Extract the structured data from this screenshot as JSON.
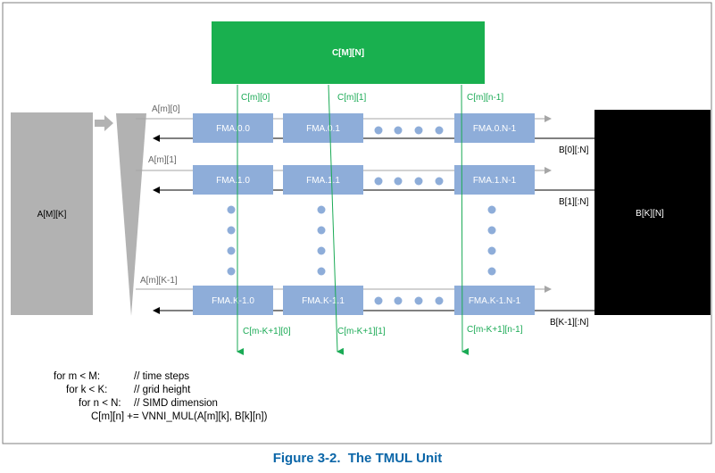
{
  "colors": {
    "green": "#1aaa55",
    "green_box": "#19b04f",
    "fma_blue": "#8eadd9",
    "dot_blue": "#8eadd9",
    "gray": "#b2b2b2",
    "black": "#000000",
    "caption": "#0b66a8"
  },
  "labels": {
    "c_matrix": "C[M][N]",
    "a_matrix": "A[M][K]",
    "b_matrix": "B[K][N]",
    "a_rows": [
      "A[m][0]",
      "A[m][1]",
      "A[m][K-1]"
    ],
    "b_rows": [
      "B[0][:N]",
      "B[1][:N]",
      "B[K-1][:N]"
    ],
    "c_top": [
      "C[m][0]",
      "C[m][1]",
      "C[m][n-1]"
    ],
    "c_bottom": [
      "C[m-K+1][0]",
      "C[m-K+1][1]",
      "C[m-K+1][n-1]"
    ],
    "fma": [
      [
        "FMA.0.0",
        "FMA.0.1",
        "FMA.0.N-1"
      ],
      [
        "FMA.1.0",
        "FMA.1.1",
        "FMA.1.N-1"
      ],
      [
        "FMA.K-1.0",
        "FMA.K-1.1",
        "FMA.K-1.N-1"
      ]
    ]
  },
  "code": {
    "line1_stmt": "for m < M:",
    "line1_comment": "// time steps",
    "line2_stmt": "for k < K:",
    "line2_comment": "// grid height",
    "line3_stmt": "for n < N:",
    "line3_comment": "// SIMD dimension",
    "line4": "C[m][n] += VNNI_MUL(A[m][k], B[k][n])"
  },
  "caption": {
    "figure_num": "Figure 3-2.",
    "title": "The TMUL Unit"
  }
}
